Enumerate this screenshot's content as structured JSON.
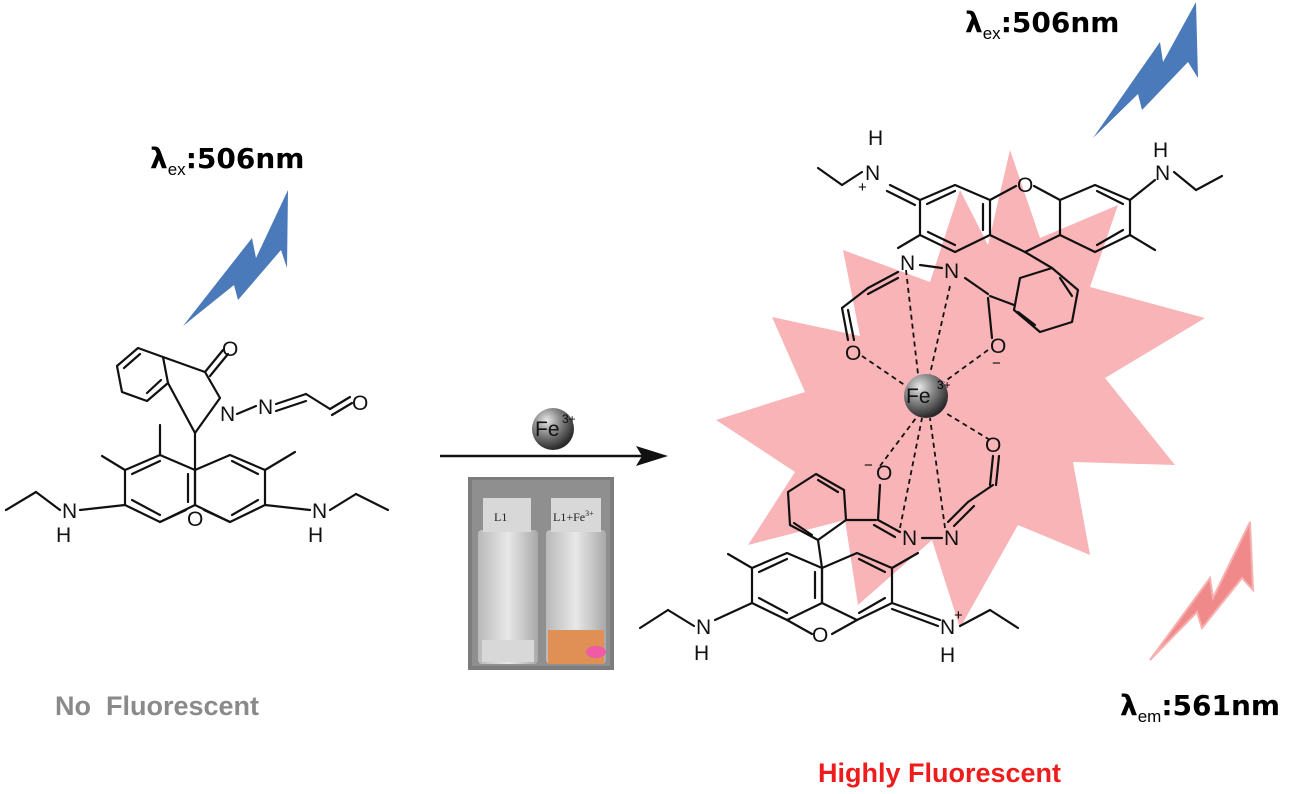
{
  "left": {
    "excitation": {
      "symbol": "λ",
      "sub": "ex",
      "value": ":506nm"
    },
    "status": "No  Fluorescent"
  },
  "right": {
    "excitation": {
      "symbol": "λ",
      "sub": "ex",
      "value": ":506nm"
    },
    "emission": {
      "symbol": "λ",
      "sub": "em",
      "value": ":561nm"
    },
    "status": "Highly Fluorescent"
  },
  "reagent": {
    "label": "Fe",
    "charge": "3+"
  },
  "photo": {
    "vial1": "L1",
    "vial2": "L1+Fe",
    "vial2_charge": "3+"
  },
  "atoms": {
    "O": "O",
    "N": "N",
    "H": "H",
    "Fe": "Fe",
    "minus": "−",
    "plus": "+",
    "charge3": "3+"
  },
  "colors": {
    "excitation_bolt": "#4a7ab9",
    "emission_bolt": "#f08a8a",
    "burst": "#f9b4b8",
    "highly_fluorescent": "#ee1c1c",
    "no_fluorescent": "#8a8a8a"
  }
}
